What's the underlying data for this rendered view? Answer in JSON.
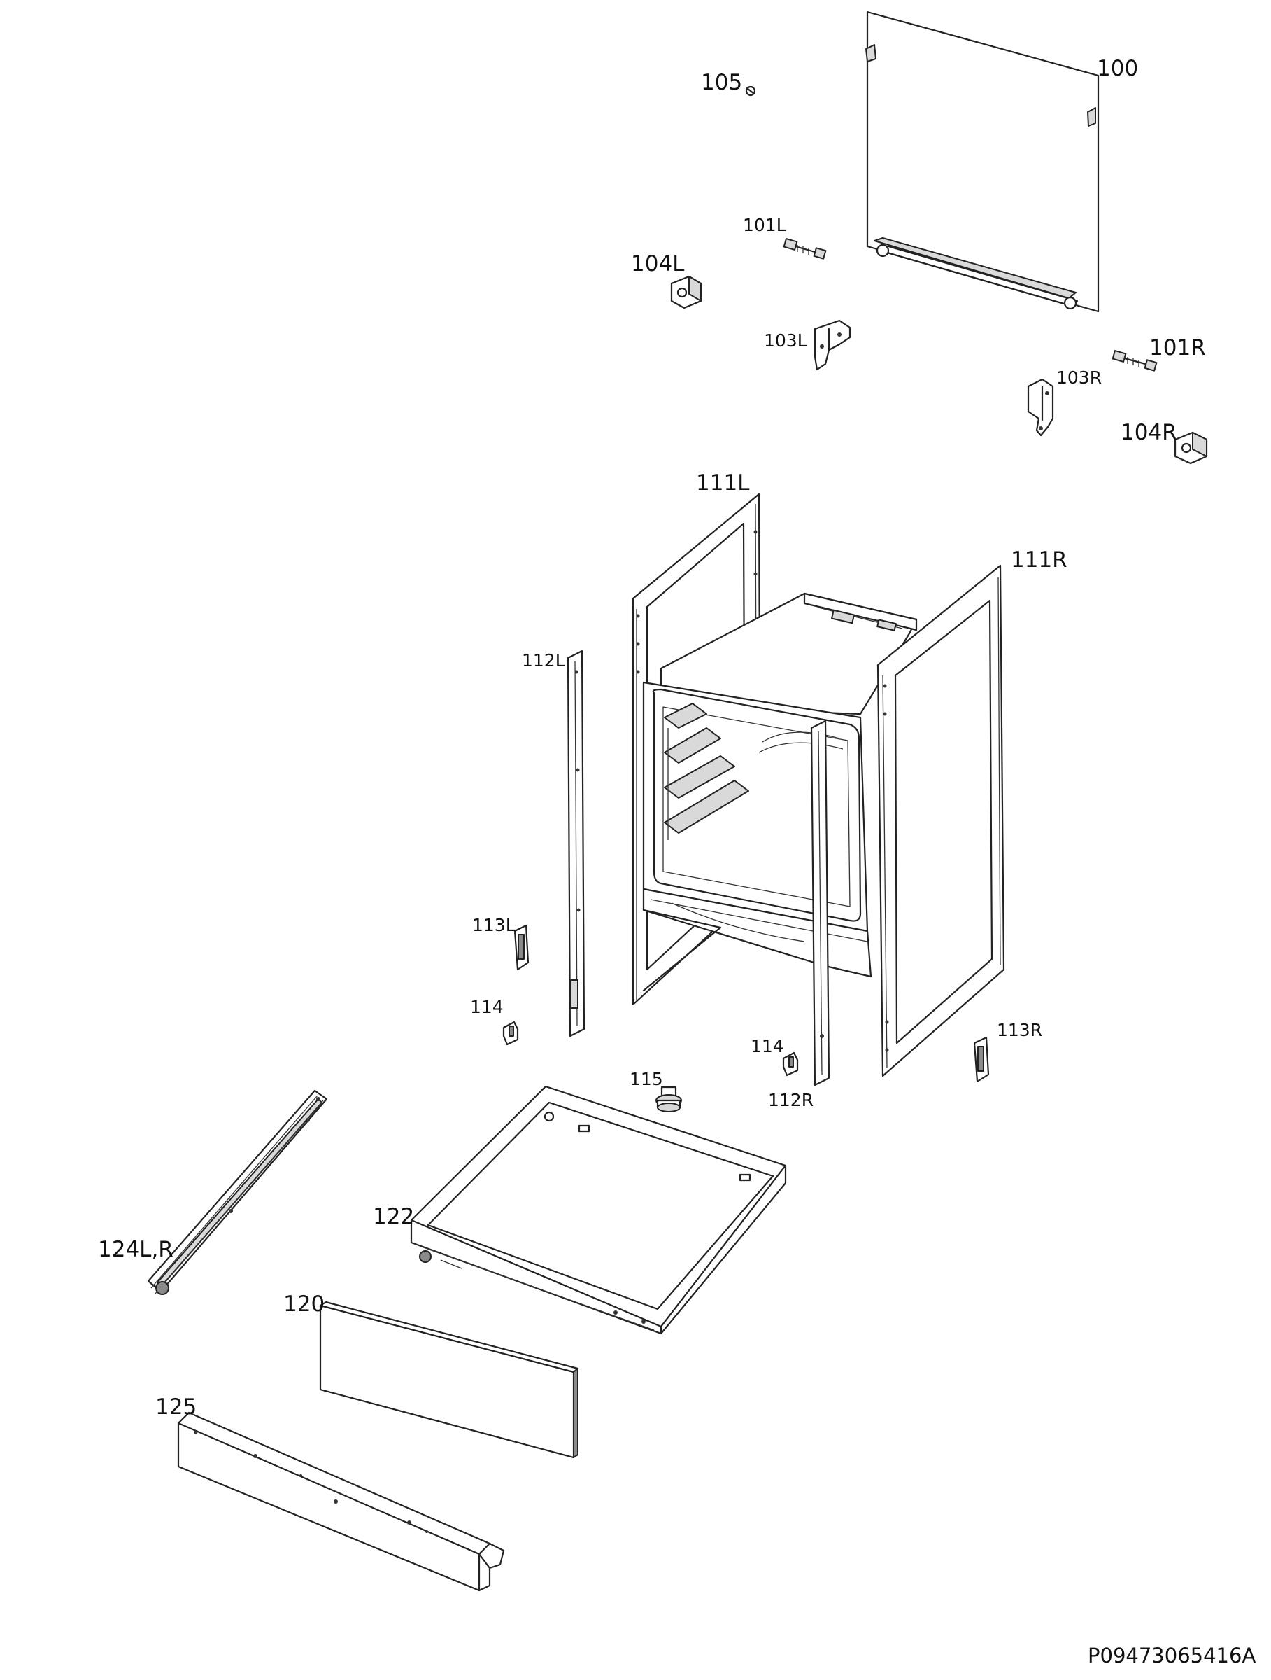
{
  "document_code": "P09473065416A",
  "parts": [
    {
      "id": "p100",
      "label": "100"
    },
    {
      "id": "p105",
      "label": "105"
    },
    {
      "id": "p101L",
      "label": "101L"
    },
    {
      "id": "p104L",
      "label": "104L"
    },
    {
      "id": "p103L",
      "label": "103L"
    },
    {
      "id": "p101R",
      "label": "101R"
    },
    {
      "id": "p103R",
      "label": "103R"
    },
    {
      "id": "p104R",
      "label": "104R"
    },
    {
      "id": "p111L",
      "label": "111L"
    },
    {
      "id": "p111R",
      "label": "111R"
    },
    {
      "id": "p112L",
      "label": "112L"
    },
    {
      "id": "p113L",
      "label": "113L"
    },
    {
      "id": "p114a",
      "label": "114"
    },
    {
      "id": "p114b",
      "label": "114"
    },
    {
      "id": "p113R",
      "label": "113R"
    },
    {
      "id": "p115",
      "label": "115"
    },
    {
      "id": "p112R",
      "label": "112R"
    },
    {
      "id": "p122",
      "label": "122"
    },
    {
      "id": "p124",
      "label": "124L,R"
    },
    {
      "id": "p120",
      "label": "120"
    },
    {
      "id": "p125",
      "label": "125"
    }
  ]
}
